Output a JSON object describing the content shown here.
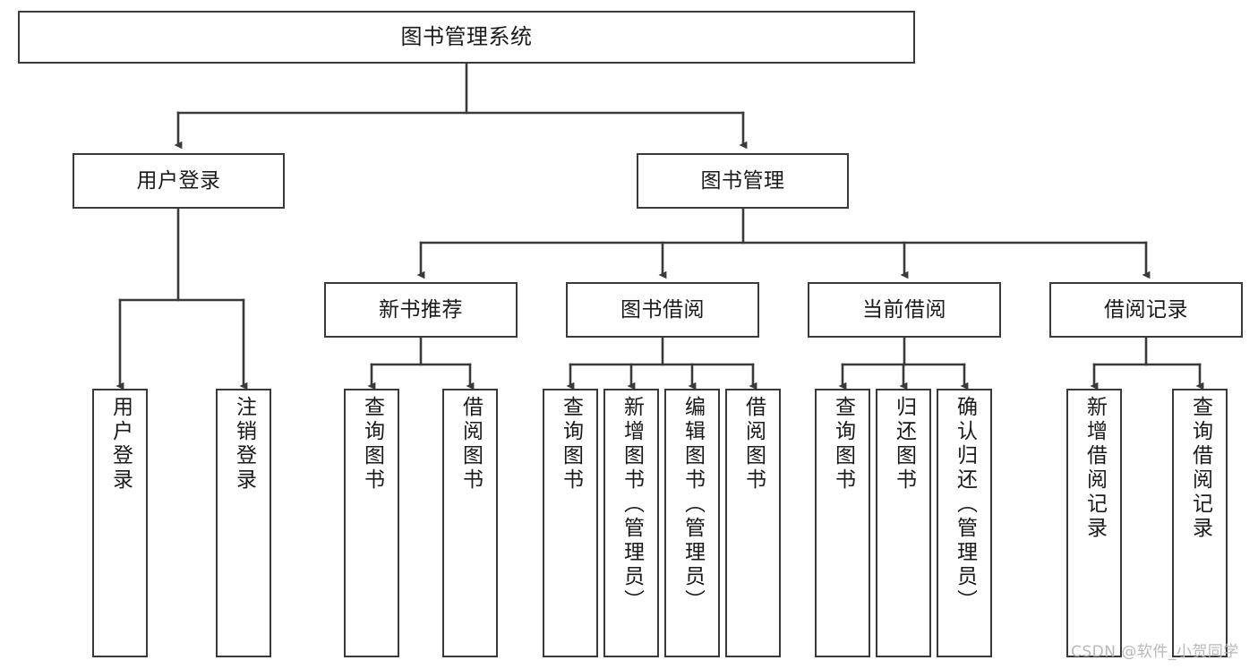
{
  "diagram": {
    "title": "图书管理系统",
    "type": "tree-hierarchy",
    "orientation": "top-down",
    "colors": {
      "box_border": "#3a3a3a",
      "box_fill": "#ffffff",
      "connector": "#3a3a3a",
      "text": "#1a1a1a",
      "watermark": "#b8b8b8"
    },
    "nodes": {
      "root": {
        "label": "图书管理系统"
      },
      "level2": [
        {
          "label": "用户登录"
        },
        {
          "label": "图书管理"
        }
      ],
      "level3": [
        {
          "label": "新书推荐"
        },
        {
          "label": "图书借阅"
        },
        {
          "label": "当前借阅"
        },
        {
          "label": "借阅记录"
        }
      ],
      "leaves": {
        "user_login": [
          {
            "label": "用户登录"
          },
          {
            "label": "注销登录"
          }
        ],
        "new_book_recommend": [
          {
            "label": "查询图书"
          },
          {
            "label": "借阅图书"
          }
        ],
        "book_borrow": [
          {
            "label": "查询图书"
          },
          {
            "label": "新增图书（管理员）"
          },
          {
            "label": "编辑图书（管理员）"
          },
          {
            "label": "借阅图书"
          }
        ],
        "current_borrow": [
          {
            "label": "查询图书"
          },
          {
            "label": "归还图书"
          },
          {
            "label": "确认归还（管理员）"
          }
        ],
        "borrow_record": [
          {
            "label": "新增借阅记录"
          },
          {
            "label": "查询借阅记录"
          }
        ]
      }
    }
  },
  "watermark": {
    "text": "CSDN @软件_小贺同学"
  }
}
